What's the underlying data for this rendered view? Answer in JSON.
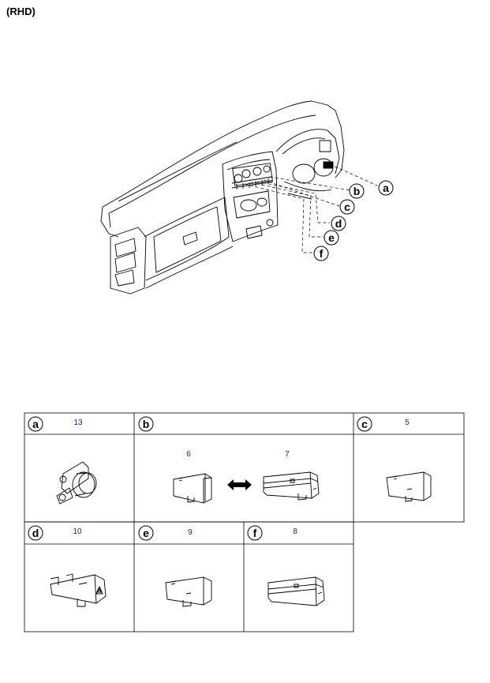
{
  "title": "(RHD)",
  "callouts": [
    "a",
    "b",
    "c",
    "d",
    "e",
    "f"
  ],
  "cells": [
    {
      "letter": "a",
      "num": "13"
    },
    {
      "letter": "b",
      "num_left": "6",
      "num_right": "7"
    },
    {
      "letter": "c",
      "num": "5"
    },
    {
      "letter": "d",
      "num": "10"
    },
    {
      "letter": "e",
      "num": "9"
    },
    {
      "letter": "f",
      "num": "8"
    }
  ],
  "colors": {
    "line": "#000000",
    "part_number": "#1a1aa0",
    "hatch": "#999999"
  }
}
